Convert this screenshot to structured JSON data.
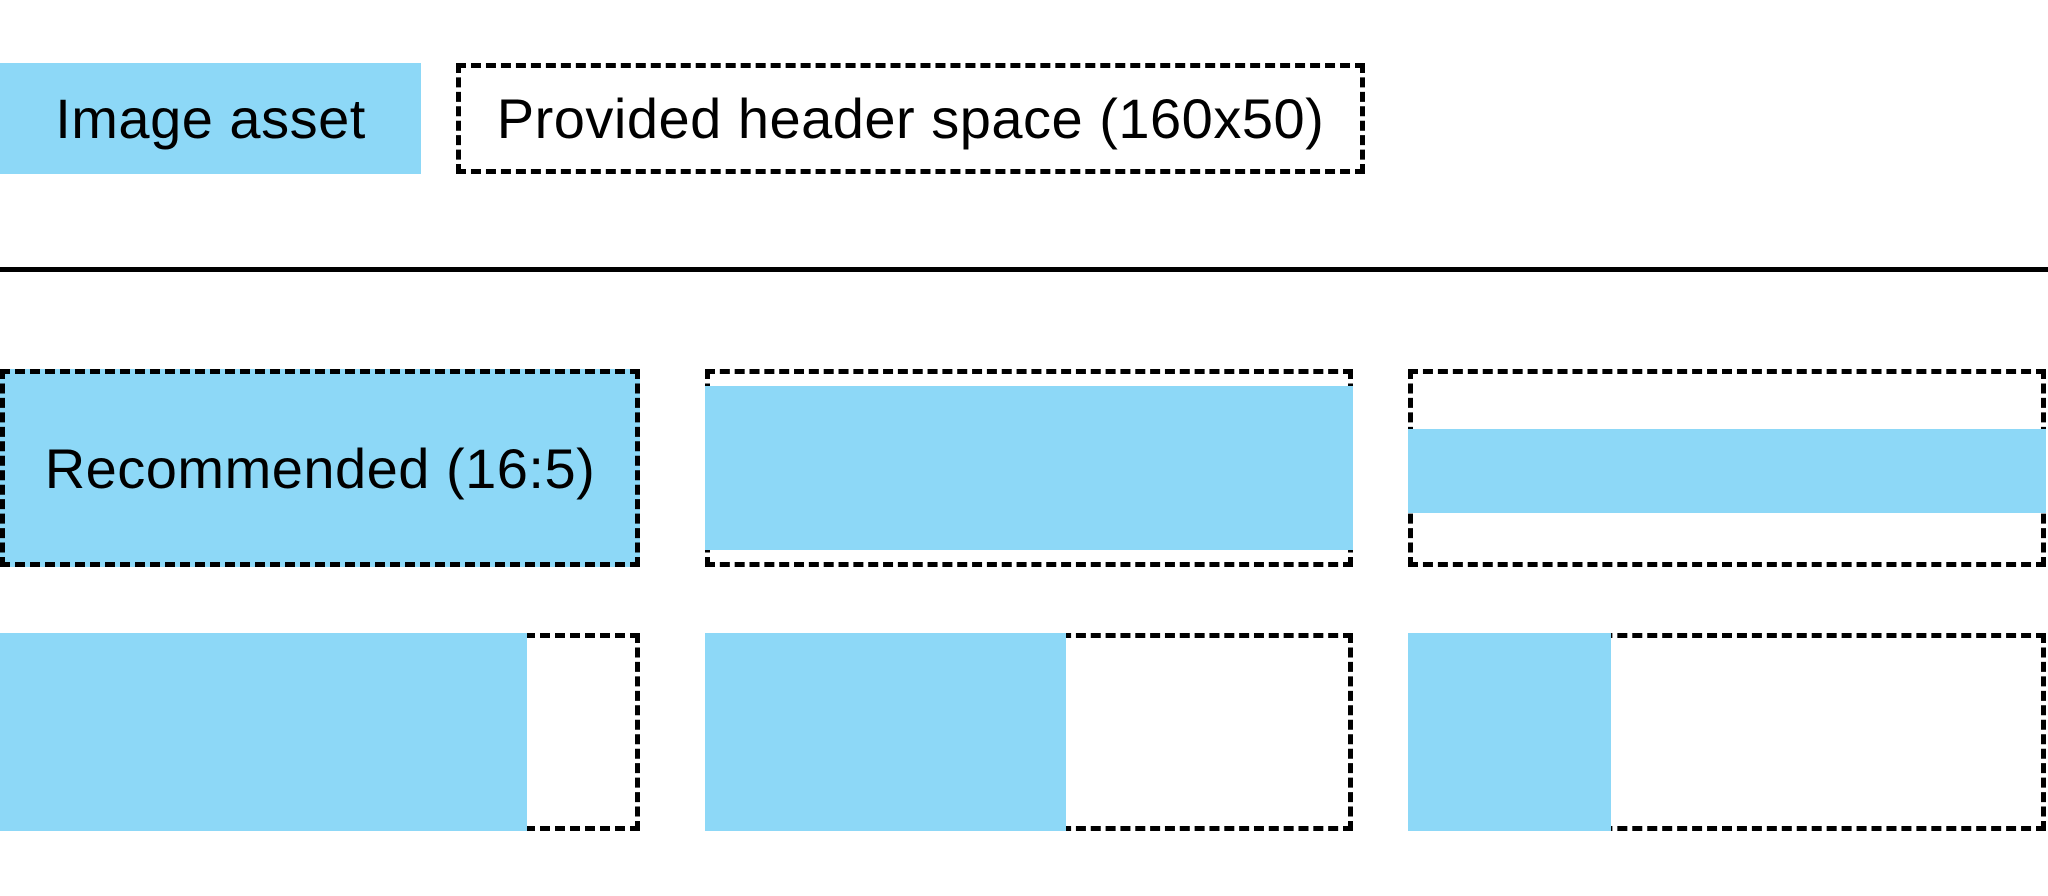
{
  "colors": {
    "asset_blue": "#8DD8F7",
    "line_black": "#000000",
    "background": "#FFFFFF"
  },
  "legend": {
    "image_asset": {
      "label": "Image asset"
    },
    "header_space": {
      "label": "Provided header space (160x50)"
    }
  },
  "examples": {
    "recommended": {
      "label": "Recommended (16:5)"
    }
  }
}
